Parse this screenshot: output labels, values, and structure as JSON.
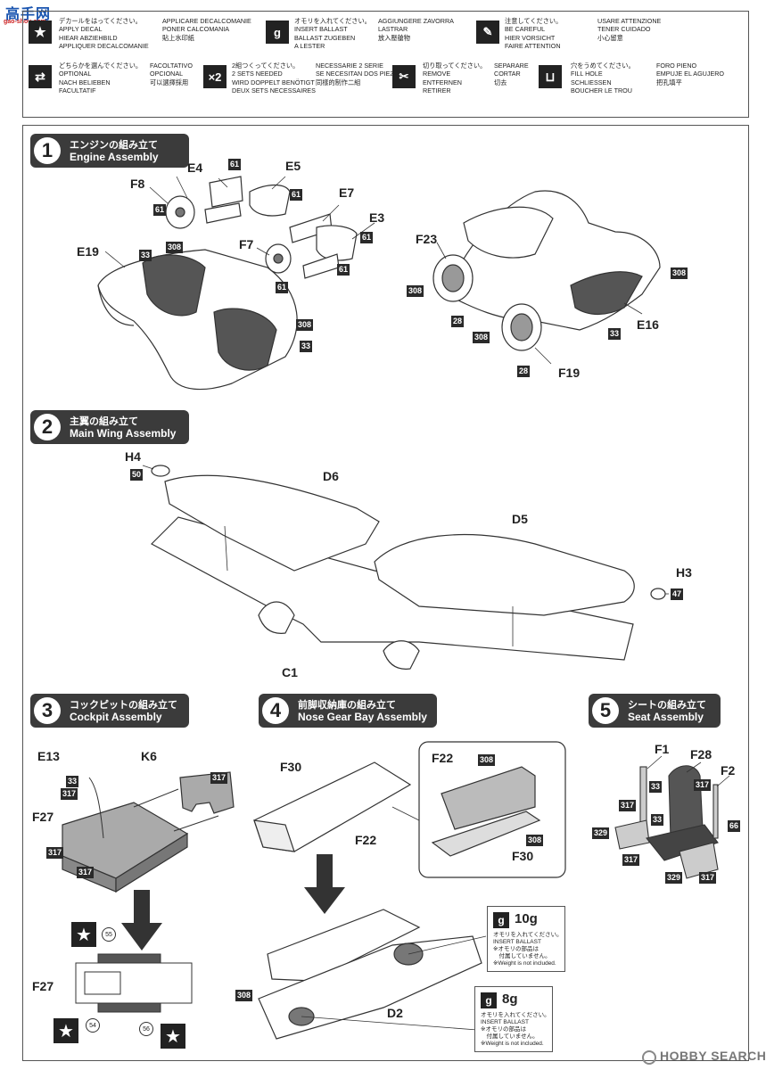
{
  "watermark": {
    "logo_text": "高手网",
    "site": "gao-shou.com"
  },
  "legend": [
    {
      "icon": "decal-star-icon",
      "glyph": "★",
      "text": "デカールをはってください。\nAPPLY DECAL\nHIEAR ABZIEHBILD\nAPPLIQUER DECALCOMANIE",
      "text2": "APPLICARE DECALCOMANIE\nPONER CALCOMANIA\n貼上水印紙"
    },
    {
      "icon": "ballast-weight-icon",
      "glyph": "g",
      "text": "オモリを入れてください。\nINSERT BALLAST\nBALLAST ZUGEBEN\nA LESTER",
      "text2": "AGGIUNGERE ZAVORRA\nLASTRAR\n放入壓艙物"
    },
    {
      "icon": "careful-dropper-icon",
      "glyph": "✎",
      "text": "注意してください。\nBE CAREFUL\nHIER VORSICHT\nFAIRE ATTENTION",
      "text2": "USARE ATTENZIONE\nTENER CUIDADO\n小心留意"
    },
    {
      "icon": "optional-arrows-icon",
      "glyph": "⇄",
      "text": "どちらかを選んでください。\nOPTIONAL\nNACH BELIEBEN\nFACULTATIF",
      "text2": "FACOLTATIVO\nOPCIONAL\n可以選擇採用"
    },
    {
      "icon": "times-two-icon",
      "glyph": "×2",
      "text": "2組つくってください。\n2 SETS NEEDED\nWIRD DOPPELT BENÖTIGT\nDEUX SETS NECESSAIRES",
      "text2": "NECESSARIE 2 SERIE\nSE NECESITAN DOS PIEZAS\n同樣的制作二組"
    },
    {
      "icon": "cut-off-icon",
      "glyph": "✂",
      "text": "切り取ってください。\nREMOVE\nENTFERNEN\nRETIRER",
      "text2": "SEPARARE\nCORTAR\n切去"
    },
    {
      "icon": "fill-hole-icon",
      "glyph": "⊔",
      "text": "穴をうめてください。\nFILL HOLE\nSCHLIESSEN\nBOUCHER LE TROU",
      "text2": "FORO PIENO\nEMPUJE EL AGUJERO\n把孔填平"
    }
  ],
  "steps": [
    {
      "num": "1",
      "jp": "エンジンの組み立て",
      "en": "Engine Assembly"
    },
    {
      "num": "2",
      "jp": "主翼の組み立て",
      "en": "Main Wing Assembly"
    },
    {
      "num": "3",
      "jp": "コックピットの組み立て",
      "en": "Cockpit Assembly"
    },
    {
      "num": "4",
      "jp": "前脚収納庫の組み立て",
      "en": "Nose Gear Bay Assembly"
    },
    {
      "num": "5",
      "jp": "シートの組み立て",
      "en": "Seat Assembly"
    }
  ],
  "parts": {
    "s1": [
      "E4",
      "E5",
      "F8",
      "E7",
      "E3",
      "F7",
      "E19",
      "F23",
      "E16",
      "F19"
    ],
    "s2": [
      "H4",
      "D6",
      "D5",
      "H3",
      "C1"
    ],
    "s3": [
      "E13",
      "K6",
      "F27",
      "F27"
    ],
    "s4": [
      "F30",
      "F22",
      "F22",
      "F30",
      "D2"
    ],
    "s5": [
      "F1",
      "F28",
      "F2"
    ]
  },
  "paint_tags": {
    "s1": [
      "61",
      "61",
      "61",
      "61",
      "61",
      "61",
      "308",
      "33",
      "308",
      "33",
      "308",
      "28",
      "308",
      "28",
      "308",
      "33"
    ],
    "s2": [
      "50",
      "47"
    ],
    "s3": [
      "33",
      "317",
      "317",
      "317",
      "317"
    ],
    "s4": [
      "308",
      "308",
      "308"
    ],
    "s5": [
      "33",
      "317",
      "33",
      "317",
      "66",
      "329",
      "317",
      "329",
      "317"
    ]
  },
  "decal_nums": [
    "55",
    "54",
    "56"
  ],
  "ballast": [
    {
      "value": "10g",
      "text": "オモリを入れてください。\nINSERT BALLAST\n※オモリの部品は\n　付属していません。\n※Weight is not included."
    },
    {
      "value": "8g",
      "text": "オモリを入れてください。\nINSERT BALLAST\n※オモリの部品は\n　付属していません。\n※Weight is not included."
    }
  ],
  "footer": {
    "brand": "HOBBY SEARCH"
  }
}
